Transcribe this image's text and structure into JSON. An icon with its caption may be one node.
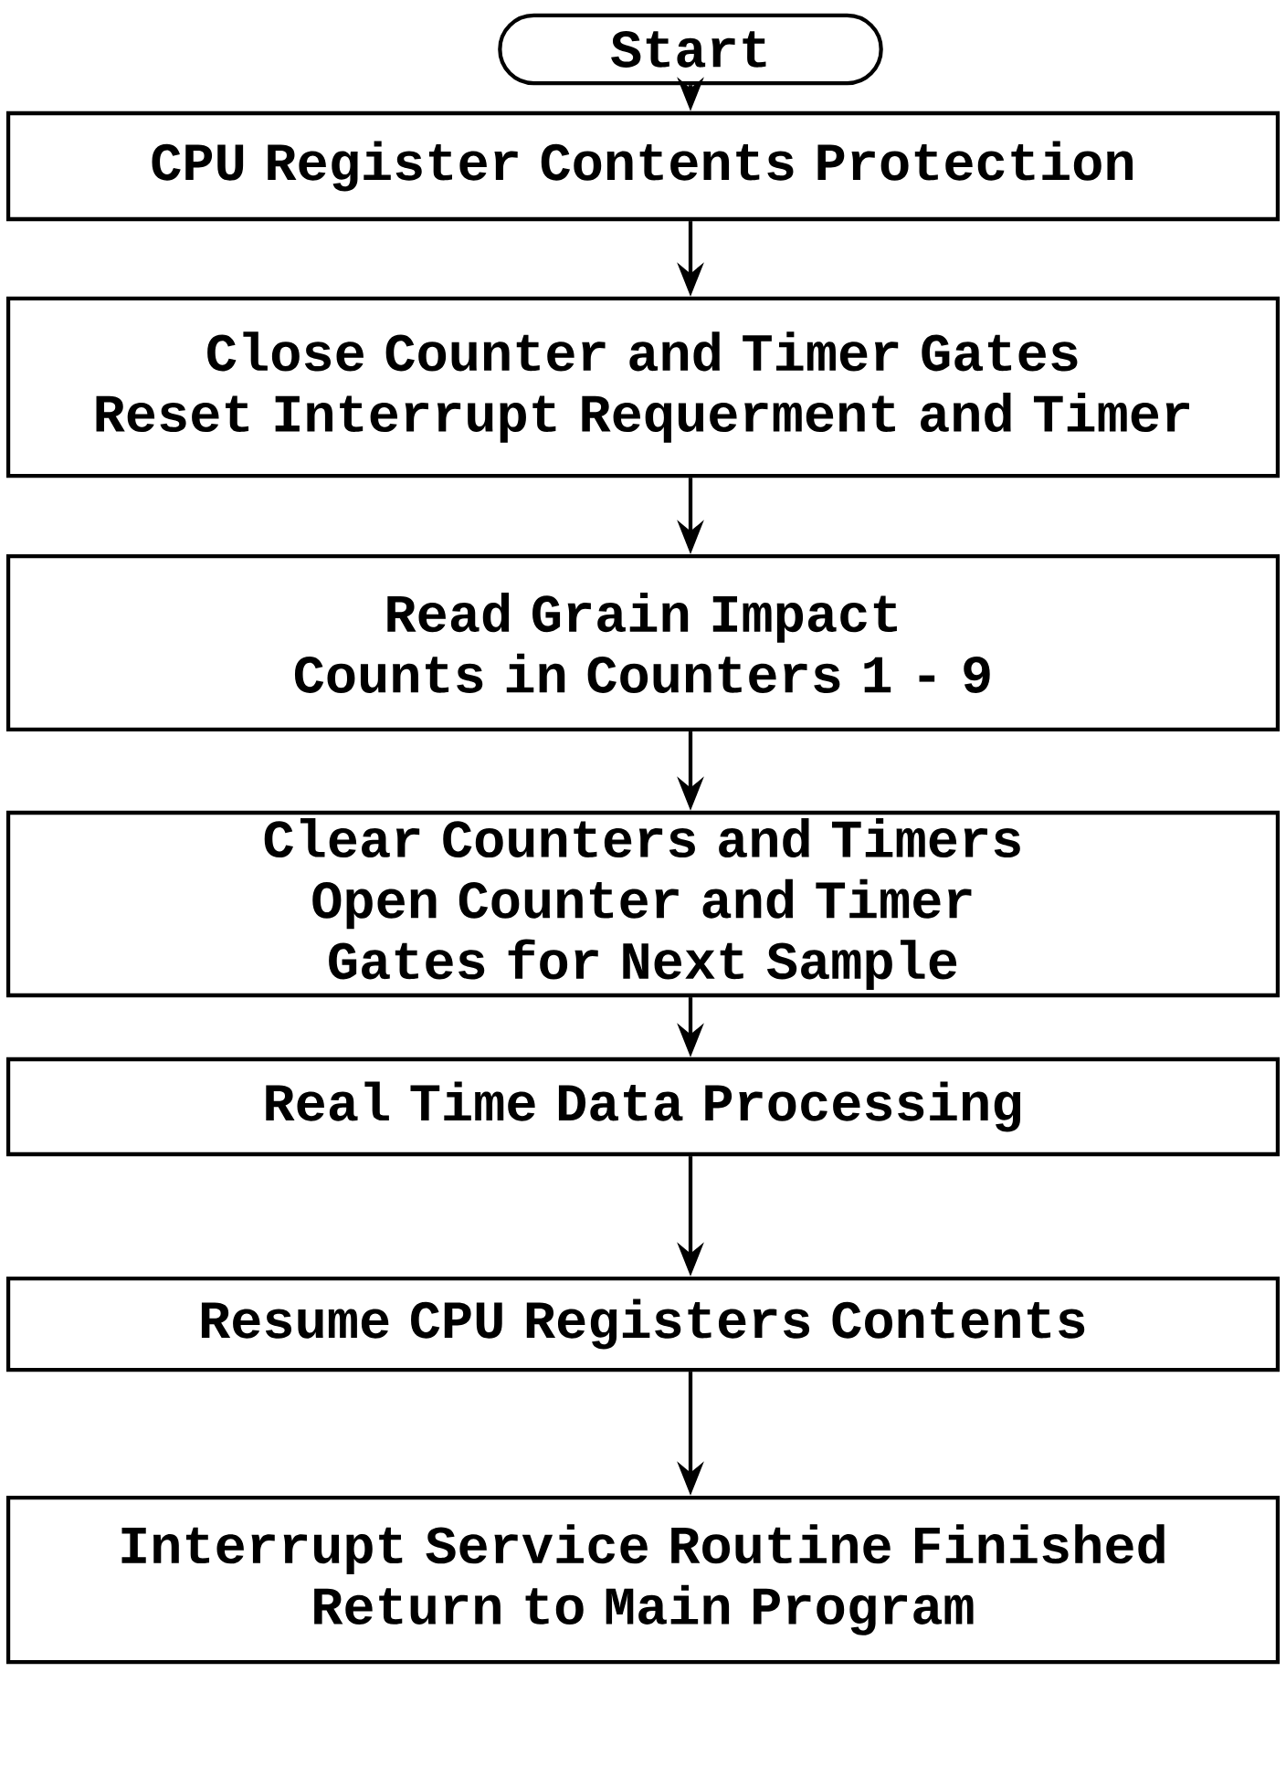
{
  "diagram": {
    "nodes": [
      {
        "text": [
          "Start"
        ]
      },
      {
        "text": [
          "CPU Register Contents Protection"
        ]
      },
      {
        "text": [
          "Close Counter and Timer Gates",
          "Reset Interrupt Requerment and Timer"
        ]
      },
      {
        "text": [
          "Read Grain Impact Counts in Counters 1 - 9"
        ]
      },
      {
        "text": [
          "Clear Counters and Timers",
          "Open Counter and Timer Gates for Next Sample"
        ]
      },
      {
        "text": [
          "Real Time Data Processing"
        ]
      },
      {
        "text": [
          "Resume CPU Registers Contents"
        ]
      },
      {
        "text": [
          "Interrupt Service Routine Finished",
          "Return to Main Program"
        ]
      }
    ],
    "edges": [
      {
        "from": 0,
        "to": 1,
        "arrow": "to"
      },
      {
        "from": 1,
        "to": 2,
        "arrow": "to"
      },
      {
        "from": 2,
        "to": 3,
        "arrow": "to"
      },
      {
        "from": 3,
        "to": 4,
        "arrow": "to"
      },
      {
        "from": 4,
        "to": 5,
        "arrow": "to"
      },
      {
        "from": 5,
        "to": 6,
        "arrow": "to"
      },
      {
        "from": 6,
        "to": 7,
        "arrow": "to"
      }
    ]
  }
}
